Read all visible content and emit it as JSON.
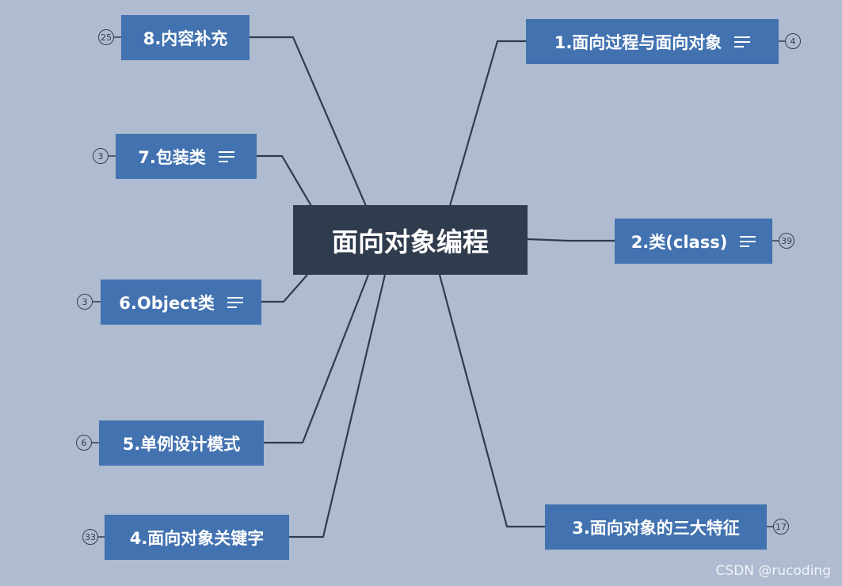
{
  "center": {
    "label": "面向对象编程"
  },
  "topics": [
    {
      "id": "t1",
      "label": "1.面向过程与面向对象",
      "count": "4",
      "has_notes": true
    },
    {
      "id": "t2",
      "label": "2.类(class)",
      "count": "39",
      "has_notes": true
    },
    {
      "id": "t3",
      "label": "3.面向对象的三大特征",
      "count": "17",
      "has_notes": false
    },
    {
      "id": "t4",
      "label": "4.面向对象关键字",
      "count": "33",
      "has_notes": false
    },
    {
      "id": "t5",
      "label": "5.单例设计模式",
      "count": "6",
      "has_notes": false
    },
    {
      "id": "t6",
      "label": "6.Object类",
      "count": "3",
      "has_notes": true
    },
    {
      "id": "t7",
      "label": "7.包装类",
      "count": "3",
      "has_notes": true
    },
    {
      "id": "t8",
      "label": "8.内容补充",
      "count": "25",
      "has_notes": false
    }
  ],
  "watermark": "CSDN @rucoding",
  "colors": {
    "background": "#aebbd0",
    "topic": "#4272b0",
    "center": "#2f3c4d",
    "line": "#2f3c4d"
  }
}
